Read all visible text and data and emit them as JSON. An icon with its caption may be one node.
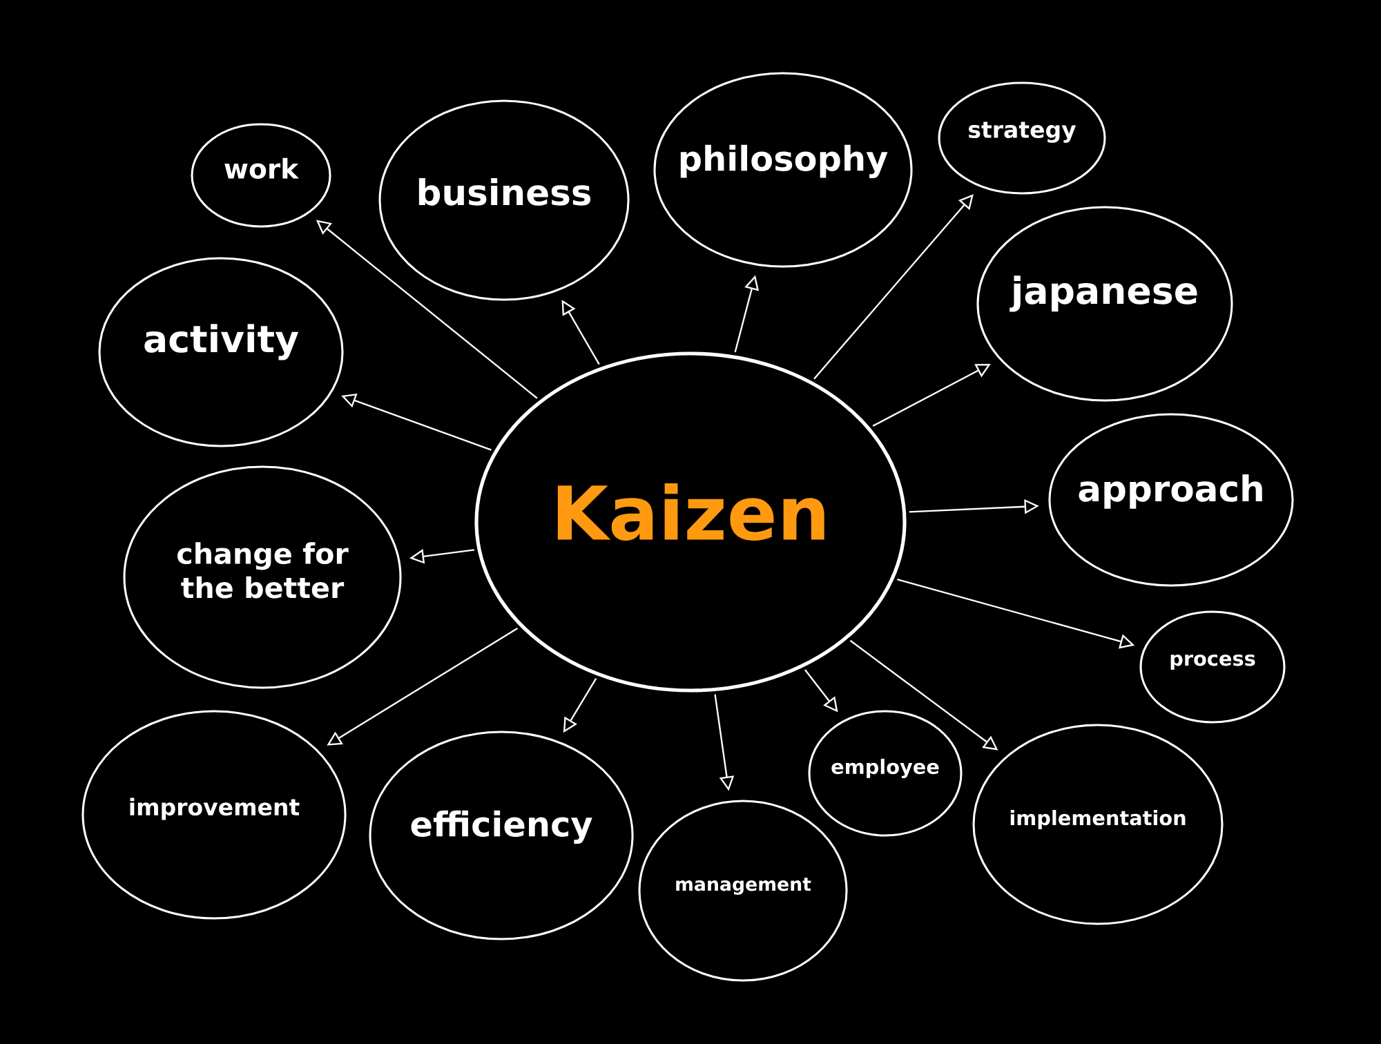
{
  "diagram": {
    "nodes": [
      {
        "text": [
          "Kaizen"
        ]
      },
      {
        "text": [
          "work"
        ]
      },
      {
        "text": [
          "business"
        ]
      },
      {
        "text": [
          "philosophy"
        ]
      },
      {
        "text": [
          "strategy"
        ]
      },
      {
        "text": [
          "activity"
        ]
      },
      {
        "text": [
          "japanese"
        ]
      },
      {
        "text": [
          "change for the better"
        ]
      },
      {
        "text": [
          "approach"
        ]
      },
      {
        "text": [
          "process"
        ]
      },
      {
        "text": [
          "improvement"
        ]
      },
      {
        "text": [
          "efficiency"
        ]
      },
      {
        "text": [
          "employee"
        ]
      },
      {
        "text": [
          "implementation"
        ]
      },
      {
        "text": [
          "management"
        ]
      }
    ],
    "edges": [
      {
        "from": 0,
        "to": 1,
        "arrow": "to"
      },
      {
        "from": 0,
        "to": 2,
        "arrow": "to"
      },
      {
        "from": 0,
        "to": 3,
        "arrow": "to"
      },
      {
        "from": 0,
        "to": 4,
        "arrow": "to"
      },
      {
        "from": 0,
        "to": 5,
        "arrow": "to"
      },
      {
        "from": 0,
        "to": 6,
        "arrow": "to"
      },
      {
        "from": 0,
        "to": 7,
        "arrow": "to"
      },
      {
        "from": 0,
        "to": 8,
        "arrow": "to"
      },
      {
        "from": 0,
        "to": 9,
        "arrow": "to"
      },
      {
        "from": 0,
        "to": 10,
        "arrow": "to"
      },
      {
        "from": 0,
        "to": 11,
        "arrow": "to"
      },
      {
        "from": 0,
        "to": 12,
        "arrow": "to"
      },
      {
        "from": 0,
        "to": 13,
        "arrow": "to"
      },
      {
        "from": 0,
        "to": 14,
        "arrow": "to"
      }
    ]
  }
}
